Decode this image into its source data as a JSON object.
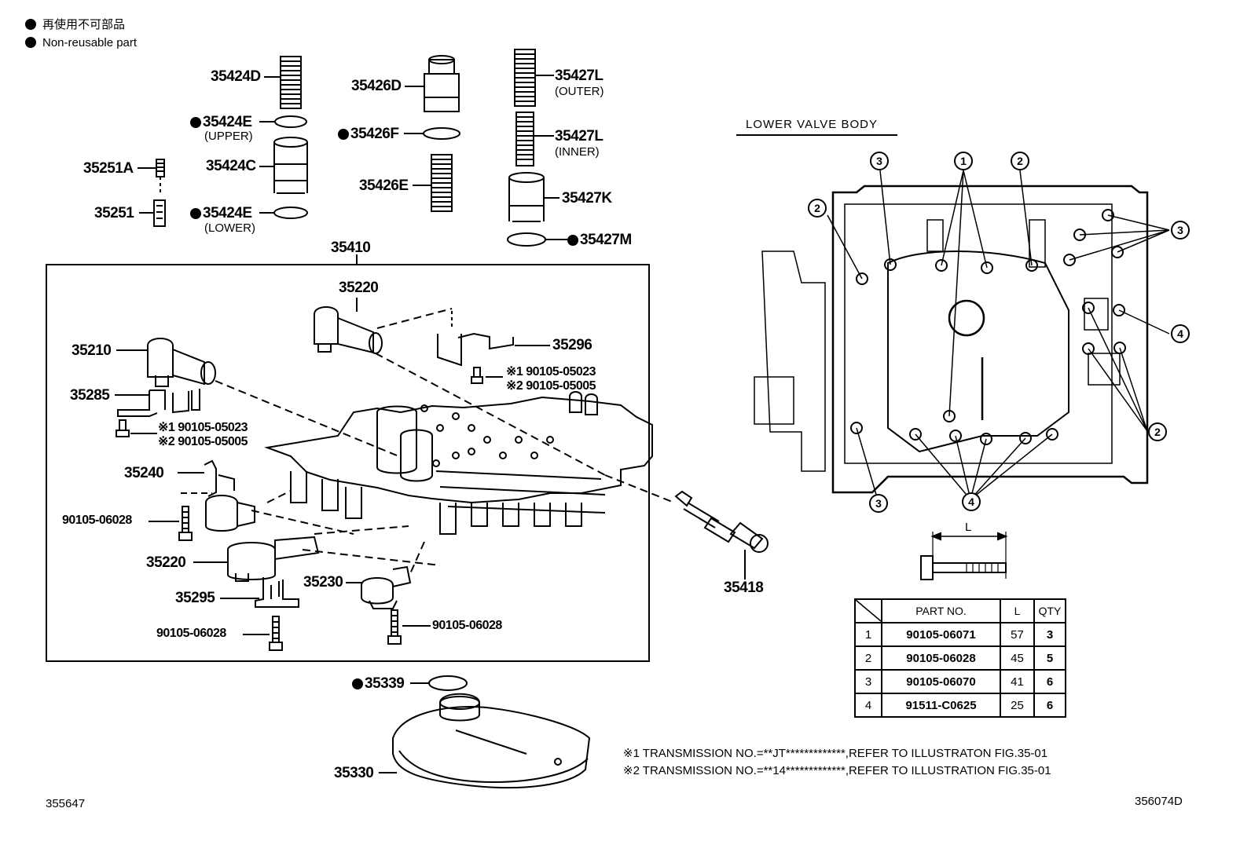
{
  "legend": {
    "jp": "再使用不可部品",
    "en": "Non-reusable part"
  },
  "parts": {
    "p35424D": "35424D",
    "p35424E_upper": "35424E",
    "upper_note": "(UPPER)",
    "p35424C": "35424C",
    "p35424E_lower": "35424E",
    "lower_note": "(LOWER)",
    "p35251A": "35251A",
    "p35251": "35251",
    "p35426D": "35426D",
    "p35426F": "35426F",
    "p35426E": "35426E",
    "p35427L_outer": "35427L",
    "outer_note": "(OUTER)",
    "p35427L_inner": "35427L",
    "inner_note": "(INNER)",
    "p35427K": "35427K",
    "p35427M": "35427M",
    "p35410": "35410",
    "p35220_top": "35220",
    "p35296": "35296",
    "p35296_bolt1": "※1 90105-05023",
    "p35296_bolt2": "※2 90105-05005",
    "p35210": "35210",
    "p35285": "35285",
    "p35285_bolt1": "※1 90105-05023",
    "p35285_bolt2": "※2 90105-05005",
    "p35240": "35240",
    "p90105_06028_a": "90105-06028",
    "p35220_bottom": "35220",
    "p35295": "35295",
    "p90105_06028_b": "90105-06028",
    "p35230": "35230",
    "p90105_06028_c": "90105-06028",
    "p35418": "35418",
    "p35339": "35339",
    "p35330": "35330"
  },
  "lower_valve_body": {
    "title": "LOWER VALVE BODY",
    "dimension_label": "L"
  },
  "bolt_table": {
    "headers": [
      "",
      "PART NO.",
      "L",
      "QTY"
    ],
    "rows": [
      {
        "no": "1",
        "part": "90105-06071",
        "l": "57",
        "qty": "3"
      },
      {
        "no": "2",
        "part": "90105-06028",
        "l": "45",
        "qty": "5"
      },
      {
        "no": "3",
        "part": "90105-06070",
        "l": "41",
        "qty": "6"
      },
      {
        "no": "4",
        "part": "91511-C0625",
        "l": "25",
        "qty": "6"
      }
    ]
  },
  "notes": {
    "n1": "※1 TRANSMISSION NO.=**JT*************,REFER TO ILLUSTRATON FIG.35-01",
    "n2": "※2 TRANSMISSION NO.=**14*************,REFER TO ILLUSTRATION FIG.35-01"
  },
  "codes": {
    "left": "355647",
    "right": "356074D"
  },
  "callouts": {
    "c1": "1",
    "c2": "2",
    "c3": "3",
    "c4": "4"
  }
}
